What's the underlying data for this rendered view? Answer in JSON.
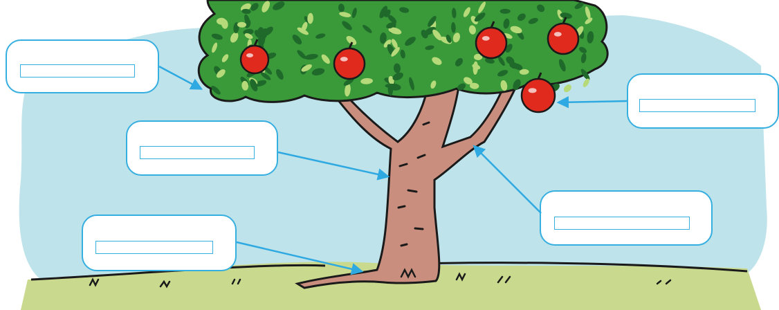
{
  "colors": {
    "sky": "#bfe3ea",
    "grass": "#c9d98e",
    "foliage": "#3a9a3a",
    "leaf_dark": "#1f6a2a",
    "leaf_light": "#b6d97a",
    "trunk": "#c98e7e",
    "apple": "#e02a1e",
    "label_border": "#35aee0",
    "pointer_line": "#2ea9e1",
    "outline": "#1a1a1a"
  },
  "diagram": {
    "subject": "apple-tree",
    "label_cards": [
      {
        "id": "leaves",
        "answer": "",
        "points_to": "leaves"
      },
      {
        "id": "fruit",
        "answer": "",
        "points_to": "apple"
      },
      {
        "id": "trunk",
        "answer": "",
        "points_to": "trunk"
      },
      {
        "id": "branch",
        "answer": "",
        "points_to": "branch"
      },
      {
        "id": "roots",
        "answer": "",
        "points_to": "roots"
      }
    ]
  }
}
